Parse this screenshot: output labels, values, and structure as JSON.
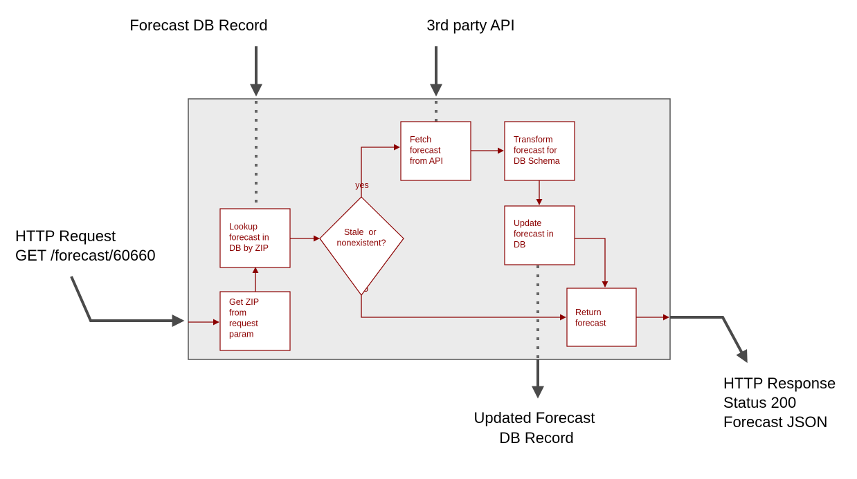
{
  "external": {
    "db_record_in": "Forecast DB Record",
    "third_party_api": "3rd party API",
    "http_request": [
      "HTTP Request",
      "GET /forecast/60660"
    ],
    "updated_db_record": [
      "Updated Forecast",
      "DB Record"
    ],
    "http_response": [
      "HTTP Response",
      "Status 200",
      "Forecast JSON"
    ]
  },
  "nodes": {
    "get_zip": [
      "Get ZIP",
      "from",
      "request",
      "param"
    ],
    "lookup": [
      "Lookup",
      "forecast in",
      "DB by ZIP"
    ],
    "decision": [
      "Stale  or",
      "nonexistent?"
    ],
    "fetch": [
      "Fetch",
      "forecast",
      "from API"
    ],
    "transform": [
      "Transform",
      "forecast for",
      "DB Schema"
    ],
    "update": [
      "Update",
      "forecast in",
      "DB"
    ],
    "return": [
      "Return",
      "forecast"
    ]
  },
  "branches": {
    "yes": "yes",
    "no": "no"
  },
  "colors": {
    "process_border": "#8b0000",
    "process_text": "#8b0000",
    "container_fill": "#ebebeb",
    "container_border": "#555555",
    "external_arrow": "#4a4a4a"
  }
}
